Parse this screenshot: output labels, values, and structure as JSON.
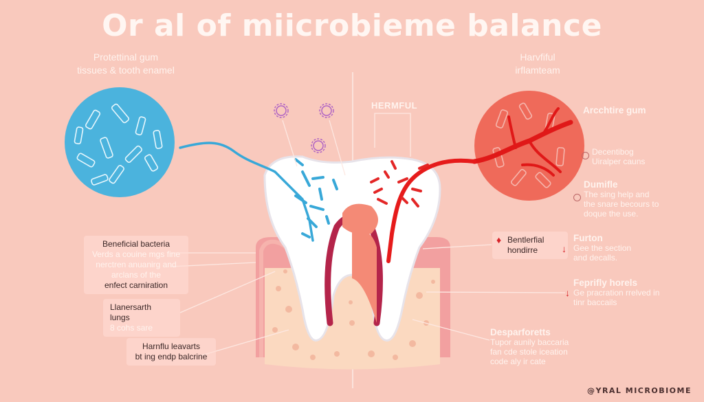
{
  "title": "Or al of miicrobieme balance",
  "left_header": {
    "line1": "Protettinal gum",
    "line2": "tissues & tooth enamel"
  },
  "right_header": {
    "line1": "Harvfiful",
    "line2": "irflamteam"
  },
  "center_tag": "HERMFUL",
  "left_callouts": [
    {
      "title": "Beneficial bacteria",
      "body": "Verds a couine mgs fine nerctren anuanirg and arclans of the",
      "footer": "enfect carniration"
    },
    {
      "title": "Llanersarth lungs",
      "body": "8 cohs sare"
    },
    {
      "title": "Harnflu leavarts",
      "body": "bt ing endp balcrine"
    }
  ],
  "right_callouts": [
    {
      "title": "Arcchtire gum",
      "body": ""
    },
    {
      "title": "Decentibog",
      "body": "Uiralper cauns"
    },
    {
      "title": "Dumifle",
      "body": "The sing help and the snare becours to doque the use."
    },
    {
      "title": "Bentlerfial",
      "body": "hondirre",
      "boxed": true
    },
    {
      "title": "Furton",
      "body": "Gee the section and decalls."
    },
    {
      "title": "Feprifly horels",
      "body": "Ge pracration rrelved in tinr baccails"
    },
    {
      "title": "Desparforetts",
      "body": "Tupor aunily baccaria fan cde stole iceation code aly ir cate"
    }
  ],
  "footer": "@YRAL MICROBIOME",
  "colors": {
    "background": "#f9c9bd",
    "beneficial": "#4bb3dd",
    "harmful": "#e32626",
    "harmful_circle": "#ef6a5a",
    "gum": "#f2a0a0",
    "bone": "#fbd9c0"
  }
}
